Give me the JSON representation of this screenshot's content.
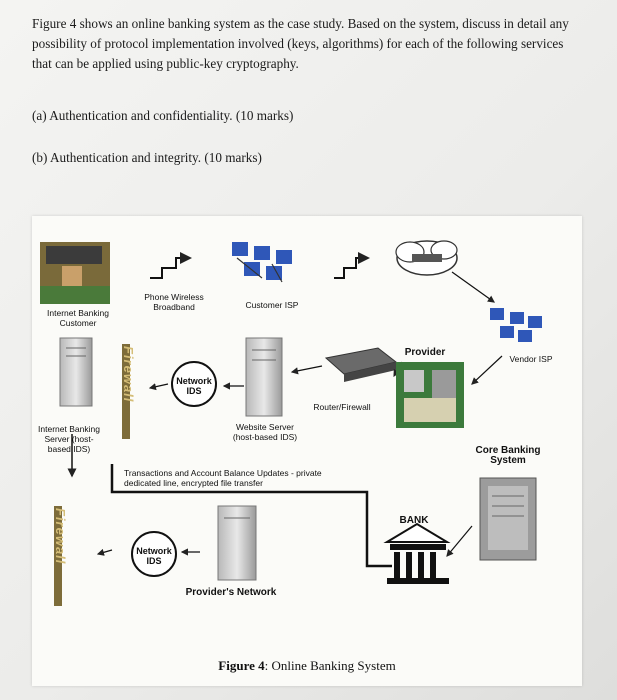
{
  "question": {
    "intro": "Figure 4 shows an online banking system as the case study. Based on the system, discuss in detail any possibility of protocol implementation involved (keys, algorithms) for each of the following services that can be applied using public-key cryptography.",
    "part_a": "(a) Authentication and confidentiality. (10 marks)",
    "part_b": "(b) Authentication and integrity. (10 marks)"
  },
  "figure": {
    "caption_prefix": "Figure 4",
    "caption_text": ": Online Banking System",
    "labels": {
      "internet_banking_customer": "Internet Banking Customer",
      "phone_wireless": "Phone Wireless Broadband",
      "customer_isp": "Customer ISP",
      "provider": "Provider",
      "vendor_isp": "Vendor ISP",
      "network_ids_top": "Network IDS",
      "router_firewall": "Router/Firewall",
      "website_server": "Website Server (host-based IDS)",
      "internet_banking_server": "Internet Banking Server (host-based IDS)",
      "core_banking_system": "Core Banking System",
      "transactions": "Transactions and Account Balance Updates - private dedicated line, encrypted file transfer",
      "bank": "BANK",
      "network_ids_bottom": "Network IDS",
      "providers_network": "Provider's Network",
      "firewall_1": "Firewall",
      "firewall_2": "Firewall"
    }
  }
}
